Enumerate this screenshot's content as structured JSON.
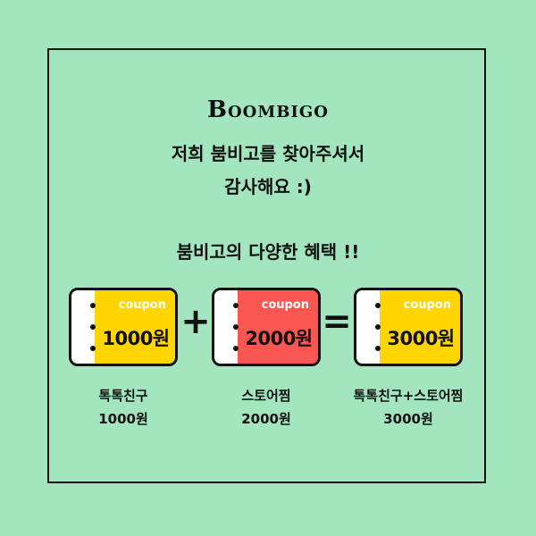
{
  "brand": "Boombigo",
  "heading": {
    "line1": "저희 붐비고를 찾아주셔서",
    "line2": "감사해요 :)",
    "line3": "붐비고의 다양한 혜택 !!"
  },
  "coupons": [
    {
      "label": "coupon",
      "amount": "1000원",
      "color": "#ffd500"
    },
    {
      "label": "coupon",
      "amount": "2000원",
      "color": "#fc5653"
    },
    {
      "label": "coupon",
      "amount": "3000원",
      "color": "#ffd500"
    }
  ],
  "operators": {
    "plus": "+",
    "equals": "="
  },
  "captions": [
    {
      "name": "톡톡친구",
      "amount": "1000원"
    },
    {
      "name": "스토어찜",
      "amount": "2000원"
    },
    {
      "name": "톡톡친구+스토어찜",
      "amount": "3000원"
    }
  ],
  "colors": {
    "background": "#a3e5bf",
    "border": "#111111"
  }
}
